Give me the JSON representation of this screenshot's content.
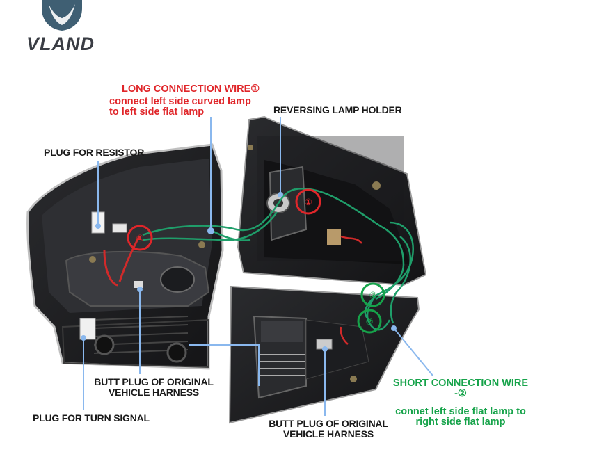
{
  "brand": {
    "logo_text": "VLAND",
    "logo_emblem": "vland-emblem",
    "emblem_color": "#3f5f73"
  },
  "labels": {
    "long_wire_title": "LONG CONNECTION WIRE①",
    "long_wire_desc_1": "connect left side curved lamp",
    "long_wire_desc_2": "to left side flat lamp",
    "reversing_lamp_holder": "REVERSING LAMP HOLDER",
    "plug_for_resistor": "PLUG FOR RESISTOR",
    "butt_plug_left_1": "BUTT PLUG OF ORIGINAL",
    "butt_plug_left_2": "VEHICLE HARNESS",
    "plug_for_turn_signal": "PLUG FOR TURN SIGNAL",
    "butt_plug_right_1": "BUTT PLUG OF ORIGINAL",
    "butt_plug_right_2": "VEHICLE HARNESS",
    "short_wire_title_1": "SHORT CONNECTION WIRE",
    "short_wire_title_2": "-②",
    "short_wire_desc_1": "connet left side flat lamp to",
    "short_wire_desc_2": "right side flat lamp"
  },
  "markers": {
    "marker_1": "①",
    "marker_2": "②"
  },
  "colors": {
    "red_accent": "#e0262a",
    "green_accent": "#16a34a",
    "leader_line": "#8ab8ee",
    "wire_green": "#1f9e6a",
    "lamp_body": "#1e1f22"
  }
}
